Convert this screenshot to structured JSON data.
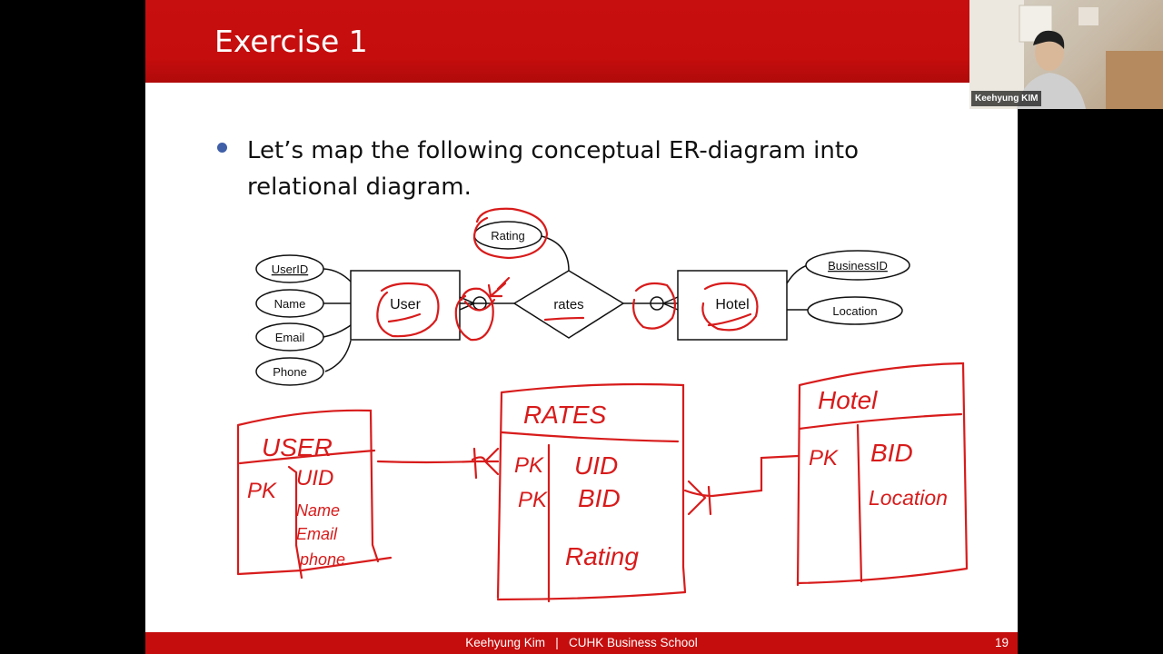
{
  "slide": {
    "title": "Exercise 1",
    "bullet": "Let’s map the following conceptual ER-diagram into relational diagram.",
    "footer": "Keehyung Kim   |   CUHK Business School",
    "page_number": "19",
    "colors": {
      "header_red": "#c50d0d",
      "bullet_blue": "#3f5fa8",
      "annotation_red": "#d81b1b"
    }
  },
  "er_diagram": {
    "entities": [
      "User",
      "Hotel"
    ],
    "relationship": "rates",
    "user_attributes": [
      "UserID",
      "Name",
      "Email",
      "Phone"
    ],
    "relationship_attributes": [
      "Rating"
    ],
    "hotel_attributes": [
      "BusinessID",
      "Location"
    ]
  },
  "annotations": {
    "user_table": {
      "title": "USER",
      "pk": "PK",
      "fields": [
        "UID",
        "Name",
        "Email",
        "phone"
      ]
    },
    "rates_table": {
      "title": "RATES",
      "pk": [
        "PK",
        "PK"
      ],
      "fields": [
        "UID",
        "BID",
        "Rating"
      ]
    },
    "hotel_table": {
      "title": "Hotel",
      "pk": "PK",
      "fields": [
        "BID",
        "Location"
      ]
    }
  },
  "webcam": {
    "name": "Keehyung KIM"
  }
}
